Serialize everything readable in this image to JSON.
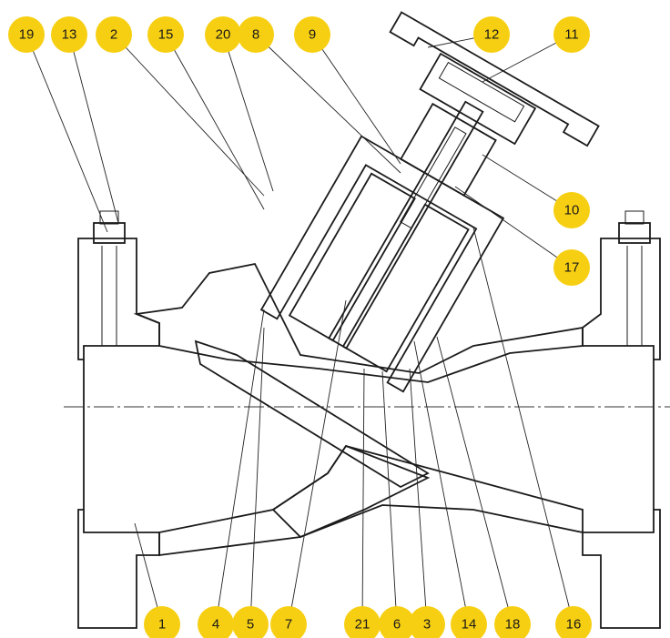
{
  "colors": {
    "callout_fill": "#f7cf12",
    "line": "#1b1b1b",
    "hatch": "#555555"
  },
  "callouts": [
    "19",
    "13",
    "2",
    "15",
    "20",
    "8",
    "9",
    "12",
    "11",
    "10",
    "17",
    "1",
    "4",
    "5",
    "7",
    "21",
    "6",
    "3",
    "14",
    "18",
    "16"
  ]
}
